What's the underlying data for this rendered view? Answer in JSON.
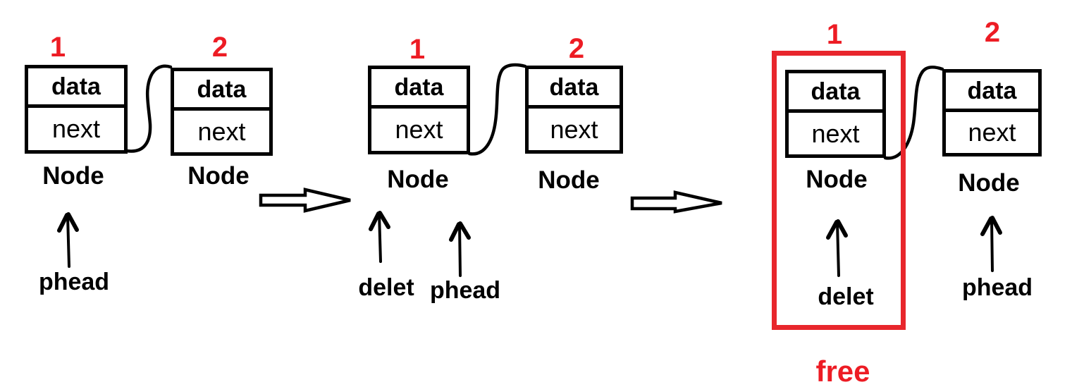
{
  "colors": {
    "ink": "#000000",
    "background": "#FFFFFF",
    "red_text": "#ED1C24",
    "red_frame": "#E8262C"
  },
  "stages": [
    {
      "nodes": [
        {
          "number": "1",
          "data": "data",
          "next": "next",
          "caption": "Node"
        },
        {
          "number": "2",
          "data": "data",
          "next": "next",
          "caption": "Node"
        }
      ],
      "pointers": [
        {
          "label": "phead",
          "target": "node-1"
        }
      ]
    },
    {
      "nodes": [
        {
          "number": "1",
          "data": "data",
          "next": "next",
          "caption": "Node"
        },
        {
          "number": "2",
          "data": "data",
          "next": "next",
          "caption": "Node"
        }
      ],
      "pointers": [
        {
          "label": "delet",
          "target": "node-1"
        },
        {
          "label": "phead",
          "target": "node-2"
        }
      ]
    },
    {
      "nodes": [
        {
          "number": "1",
          "data": "data",
          "next": "next",
          "caption": "Node"
        },
        {
          "number": "2",
          "data": "data",
          "next": "next",
          "caption": "Node"
        }
      ],
      "pointers": [
        {
          "label": "delet",
          "target": "node-1"
        },
        {
          "label": "phead",
          "target": "node-2"
        }
      ],
      "free_label": "free"
    }
  ]
}
